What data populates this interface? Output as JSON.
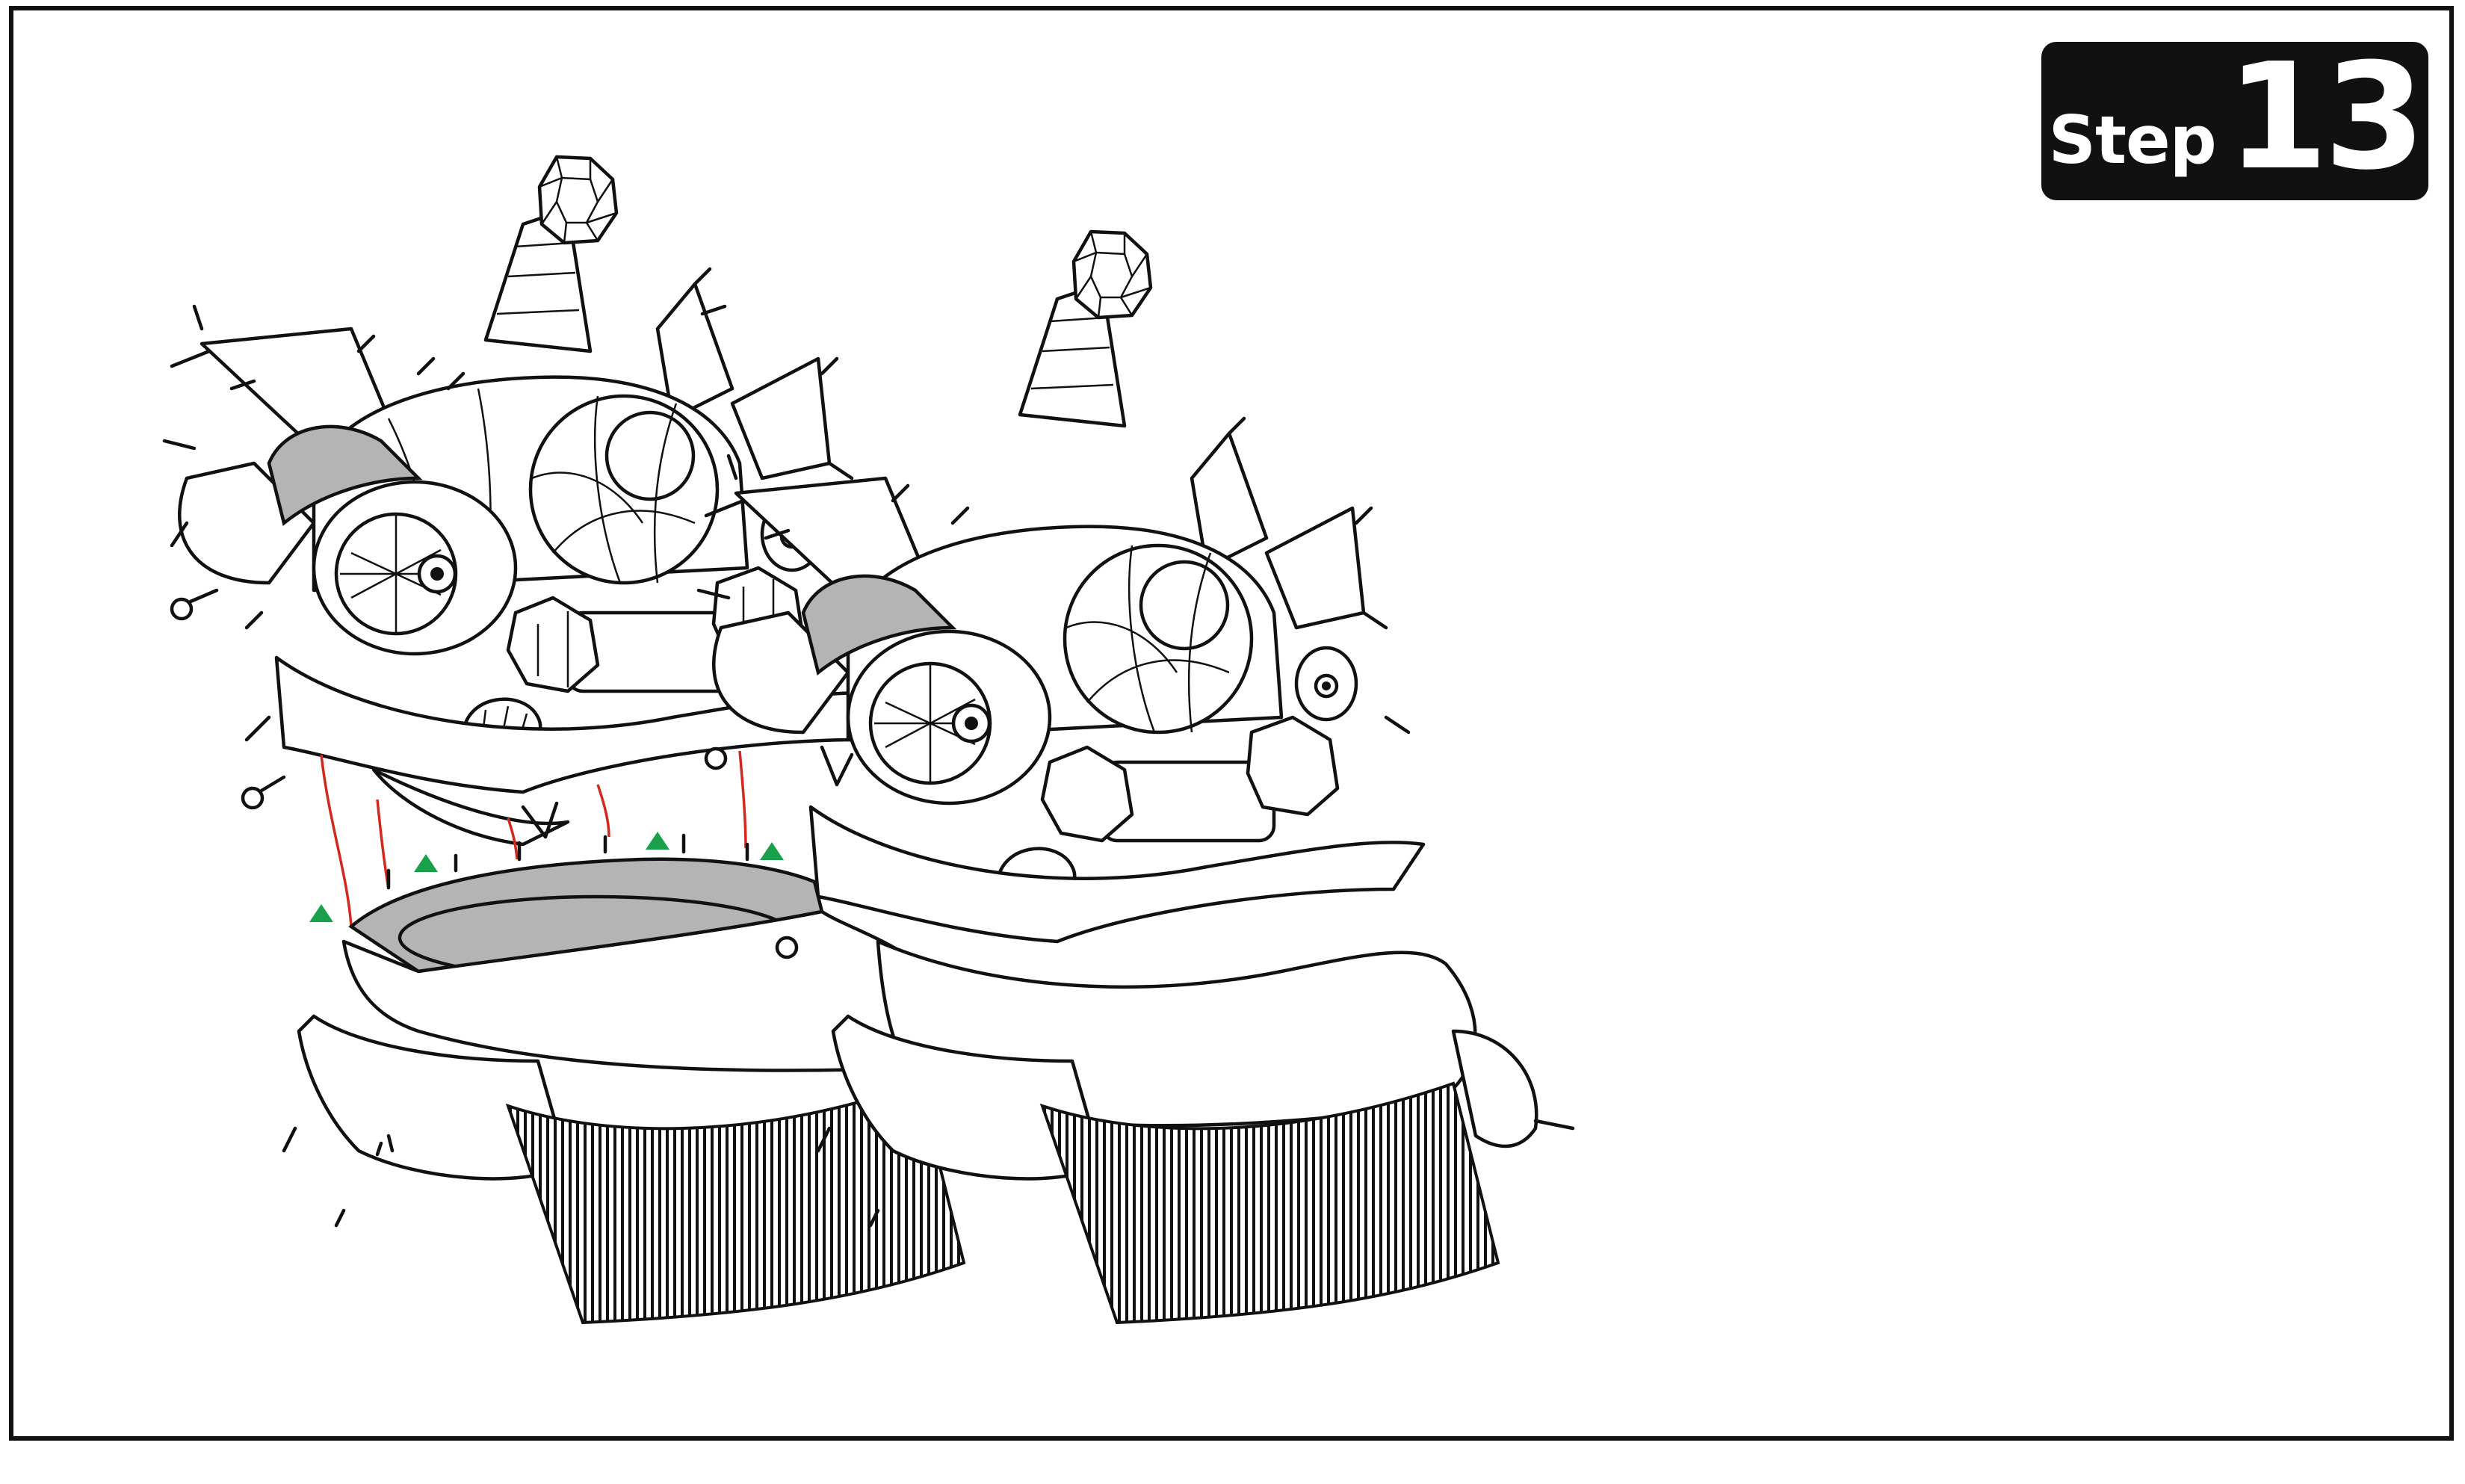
{
  "step": {
    "word": "Step",
    "number": "13"
  },
  "colors": {
    "arrow": "#f0820f",
    "marker": "#1aa04a",
    "string": "#d2281e",
    "fill_gray": "#b4b4b4",
    "badge": "#111111"
  },
  "icons": {
    "arrow": "right-arrow-icon",
    "marker": "green-triangle-marker"
  }
}
